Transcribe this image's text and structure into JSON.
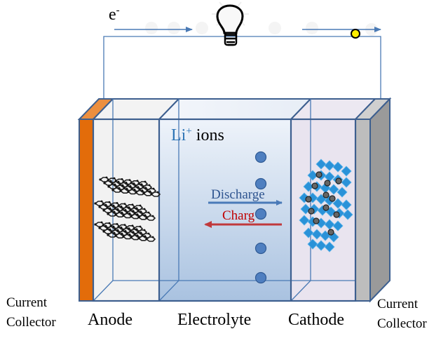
{
  "title": "Lithium-ion battery schematic",
  "circuit": {
    "electron_label": "e",
    "electron_superscript": "-",
    "bulb_icon": "lightbulb-icon",
    "electron_marker_icon": "electron-dot-icon"
  },
  "cell": {
    "ions_label_prefix": "Li",
    "ions_label_superscript": "+",
    "ions_label_suffix": "ions",
    "discharge_label": "Discharge",
    "charge_label": "Charg",
    "ion_count": 5
  },
  "labels": {
    "left_collector_line1": "Current",
    "left_collector_line2": "Collector",
    "anode": "Anode",
    "electrolyte": "Electrolyte",
    "cathode": "Cathode",
    "right_collector_line1": "Current",
    "right_collector_line2": "Collector"
  },
  "colors": {
    "wire": "#4a7ab5",
    "frame": "#3d5f8f",
    "anode_collector": "#e36c0a",
    "anode_collector_top": "#ec8f3f",
    "cathode_collector": "#bdbdbd",
    "cathode_collector_side": "#9a9a9a",
    "anode_fill": "#f2f2f2",
    "electrolyte_top": "#eef3fa",
    "electrolyte_bottom": "#a9c2e0",
    "cathode_fill": "#e9e4ef",
    "ion": "#4f7fc0",
    "discharge": "#4a7ab8",
    "charge": "#c0393b",
    "discharge_text": "#2f5590",
    "charge_text": "#c00000",
    "ions_li_text": "#2e75b6",
    "cathode_crystal": "#2a92d8",
    "electron_marker": "#ffee00"
  }
}
